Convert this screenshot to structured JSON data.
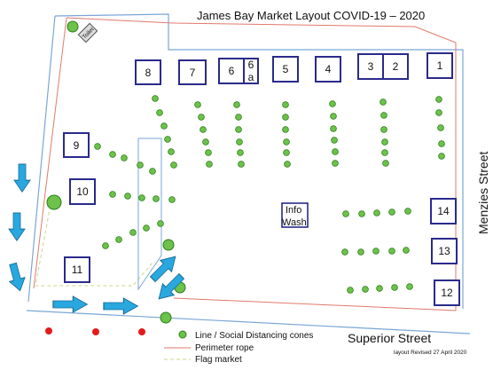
{
  "title": "James Bay Market Layout COVID-19 – 2020",
  "streets": {
    "right": "Menzies Street",
    "bottom": "Superior Street"
  },
  "stalls": [
    "8",
    "7",
    "6",
    "6a",
    "5",
    "4",
    "3",
    "2",
    "1",
    "9",
    "10",
    "11",
    "14",
    "13",
    "12"
  ],
  "info": {
    "line1": "Info",
    "line2": "Wash"
  },
  "sign": "Toilet",
  "legend": {
    "cones": "Line / Social Distancing cones",
    "rope": "Perimeter rope",
    "flag": "Flag market"
  },
  "revised": "layout Revised 27 April 2020",
  "colors": {
    "stall_border": "#2a2a8c",
    "cone": "#6cc24a",
    "cone_edge": "#2e7d1a",
    "rope": "#e07a6a",
    "flag": "#c8d88a",
    "boundary": "#7aa6d6",
    "arrow": "#29a8e0",
    "marker": "#e31b1b"
  }
}
